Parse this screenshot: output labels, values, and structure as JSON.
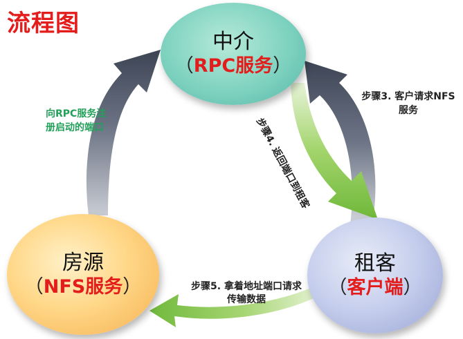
{
  "title": "流程图",
  "nodes": {
    "middleman": {
      "name": "中介",
      "paren_open": "（",
      "service": "RPC服务",
      "paren_close": "）"
    },
    "landlord": {
      "name": "房源",
      "paren_open": "（",
      "service": "NFS服务",
      "paren_close": "）"
    },
    "tenant": {
      "name": "租客",
      "paren_open": "（",
      "service": "客户端",
      "paren_close": "）"
    }
  },
  "labels": {
    "register": "向RPC服务注册启动的端口",
    "step3": "步骤3. 客户请求NFS服务",
    "step4": "步骤4. 返回端口到租客",
    "step5": "步骤5. 拿着地址端口请求传输数据"
  },
  "colors": {
    "title": "#e31c1c",
    "service_text": "#e31c1c",
    "register_text": "#23a05a",
    "dark_arrow": "#4a5365",
    "green_arrow": "#7fc241"
  }
}
